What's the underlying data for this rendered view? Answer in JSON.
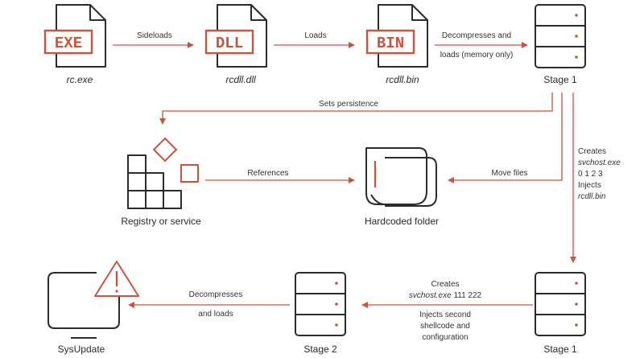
{
  "nodes": {
    "exe": {
      "badge": "EXE",
      "caption": "rc.exe"
    },
    "dll": {
      "badge": "DLL",
      "caption": "rcdll.dll"
    },
    "bin": {
      "badge": "BIN",
      "caption": "rcdll.bin"
    },
    "stage1_top": {
      "caption": "Stage 1"
    },
    "registry": {
      "caption": "Registry or service"
    },
    "folder": {
      "caption": "Hardcoded folder"
    },
    "stage1_bottom": {
      "caption": "Stage 1"
    },
    "stage2": {
      "caption": "Stage 2"
    },
    "sysupdate": {
      "caption": "SysUpdate"
    }
  },
  "edges": {
    "sideloads": "Sideloads",
    "loads": "Loads",
    "decompresses_line1": "Decompresses and",
    "decompresses_line2": "loads (memory only)",
    "sets_persistence": "Sets persistence",
    "references": "References",
    "move_files": "Move files",
    "creates_title": "Creates",
    "creates_name": "svchost.exe",
    "creates_args": "0 1 2 3",
    "injects_title": "Injects",
    "injects_name": "rcdll.bin",
    "creates2_title": "Creates",
    "creates2_name": "svchost.exe",
    "creates2_args": "111 222",
    "injects2_line1": "Injects second",
    "injects2_line2": "shellcode and",
    "injects2_line3": "configuration",
    "decompresses2_line1": "Decompresses",
    "decompresses2_line2": "and loads"
  },
  "colors": {
    "accent": "#c8553d",
    "stroke": "#2b2b2b",
    "background": "#ffffff"
  },
  "icons": [
    "file-exe-icon",
    "file-dll-icon",
    "file-bin-icon",
    "server-icon",
    "registry-icon",
    "folder-icon",
    "monitor-warning-icon"
  ]
}
